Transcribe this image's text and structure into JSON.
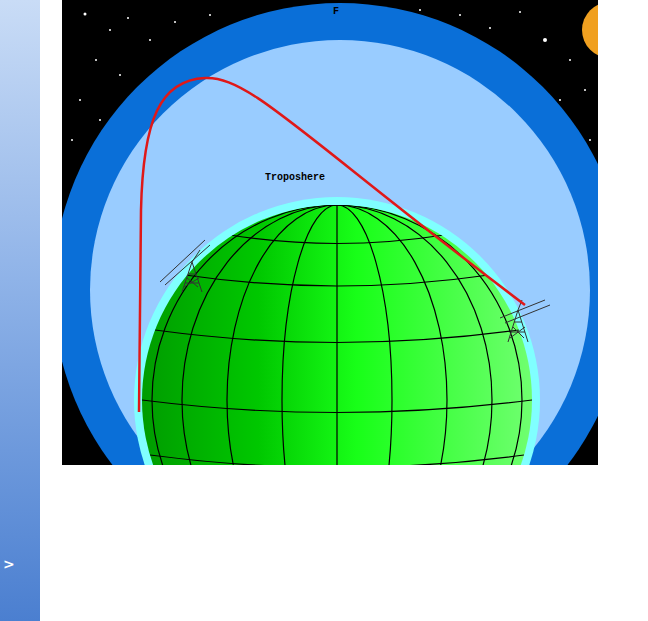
{
  "diagram": {
    "nodes": [
      {
        "text": [
          "F"
        ]
      },
      {
        "text": [
          "Troposhere"
        ]
      }
    ],
    "labels": [
      ">"
    ]
  }
}
